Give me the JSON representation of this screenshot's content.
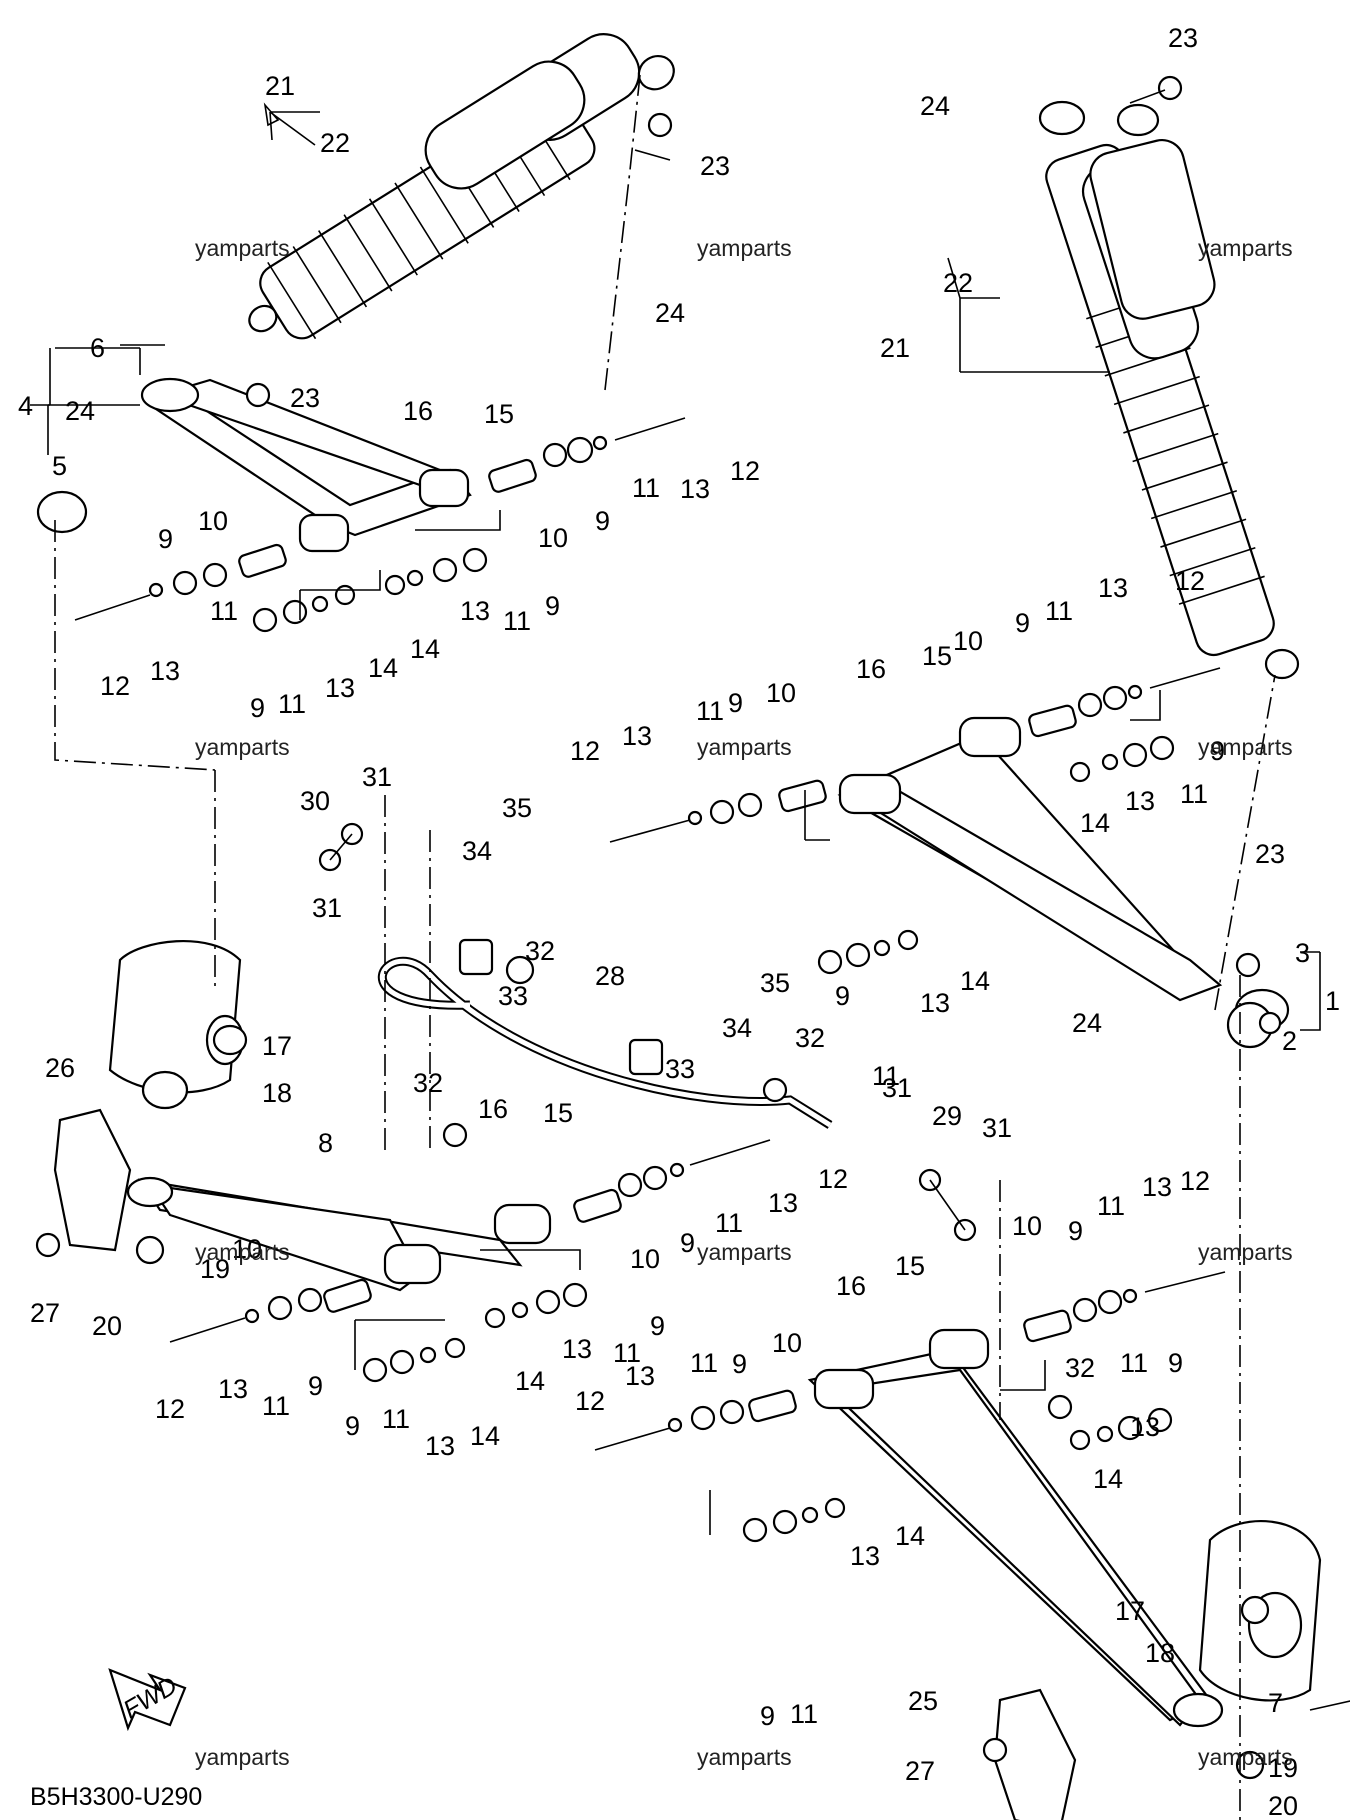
{
  "diagram": {
    "code": "B5H3300-U290",
    "direction_label": "FWD",
    "watermark": "yamparts",
    "callouts": [
      "1",
      "2",
      "3",
      "4",
      "5",
      "6",
      "7",
      "8",
      "9",
      "10",
      "11",
      "12",
      "13",
      "14",
      "15",
      "16",
      "17",
      "18",
      "19",
      "20",
      "21",
      "22",
      "23",
      "24",
      "25",
      "26",
      "27",
      "28",
      "29",
      "30",
      "31",
      "32",
      "33",
      "34",
      "35"
    ]
  }
}
